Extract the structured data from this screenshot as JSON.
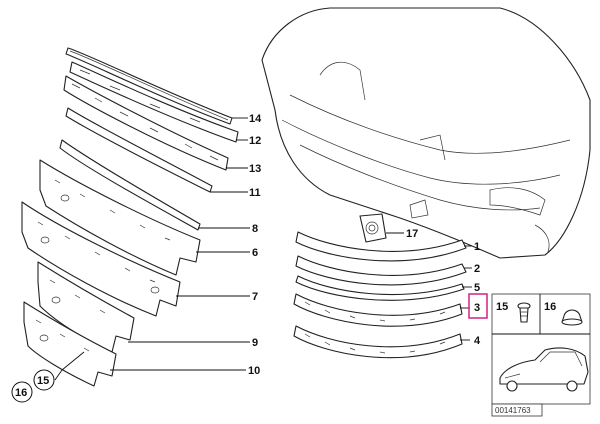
{
  "labels": {
    "p1": "1",
    "p2": "2",
    "p3": "3",
    "p4": "4",
    "p5": "5",
    "p6": "6",
    "p7": "7",
    "p8": "8",
    "p9": "9",
    "p10": "10",
    "p11": "11",
    "p12": "12",
    "p13": "13",
    "p14": "14",
    "p15": "15",
    "p15b": "15",
    "p16": "16",
    "p16b": "16",
    "p17": "17"
  },
  "highlight_label": "3",
  "highlight_color": "#d6308a",
  "doc_id": "00141763"
}
